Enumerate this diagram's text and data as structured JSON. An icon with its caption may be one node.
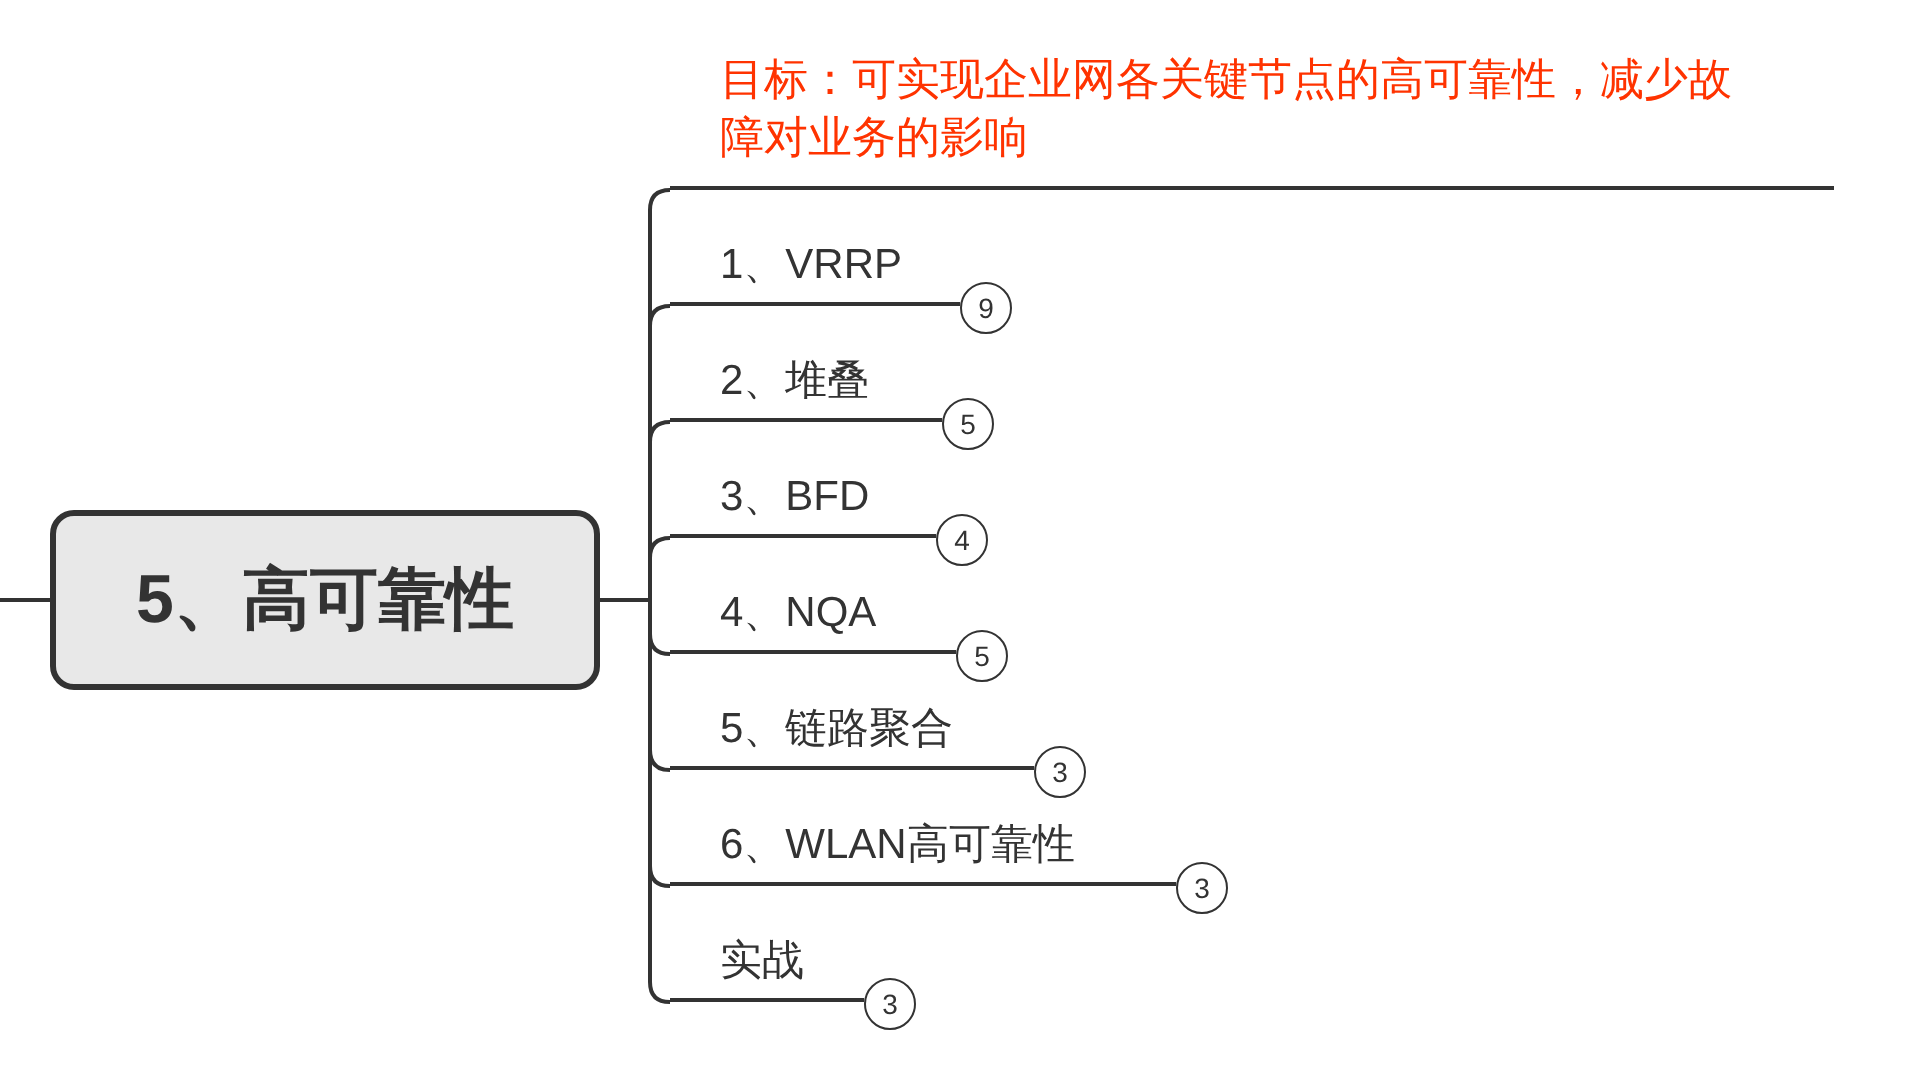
{
  "diagram": {
    "nodes": [
      {
        "text": [
          "5、高可靠性"
        ]
      },
      {
        "text": [
          "目标：可实现企业网各关键节点的高可靠性，减少故障对业务的影响"
        ]
      },
      {
        "text": [
          "1、VRRP"
        ]
      },
      {
        "text": [
          "9"
        ]
      },
      {
        "text": [
          "2、堆叠"
        ]
      },
      {
        "text": [
          "5"
        ]
      },
      {
        "text": [
          "3、BFD"
        ]
      },
      {
        "text": [
          "4"
        ]
      },
      {
        "text": [
          "4、NQA"
        ]
      },
      {
        "text": [
          "5"
        ]
      },
      {
        "text": [
          "5、链路聚合"
        ]
      },
      {
        "text": [
          "3"
        ]
      },
      {
        "text": [
          "6、WLAN高可靠性"
        ]
      },
      {
        "text": [
          "3"
        ]
      },
      {
        "text": [
          "实战"
        ]
      },
      {
        "text": [
          "3"
        ]
      }
    ],
    "edges": [
      {
        "from": 0,
        "to": 1,
        "arrow": "none"
      },
      {
        "from": 0,
        "to": 2,
        "arrow": "none"
      },
      {
        "from": 0,
        "to": 4,
        "arrow": "none"
      },
      {
        "from": 0,
        "to": 6,
        "arrow": "none"
      },
      {
        "from": 0,
        "to": 8,
        "arrow": "none"
      },
      {
        "from": 0,
        "to": 10,
        "arrow": "none"
      },
      {
        "from": 0,
        "to": 12,
        "arrow": "none"
      },
      {
        "from": 0,
        "to": 14,
        "arrow": "none"
      },
      {
        "from": null,
        "to": 0,
        "arrow": "none"
      }
    ]
  }
}
